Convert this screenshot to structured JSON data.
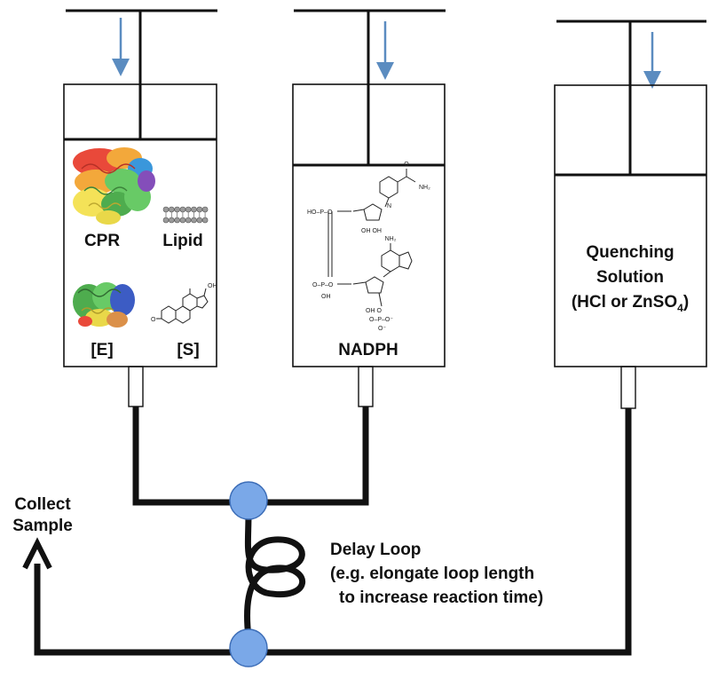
{
  "syringes": {
    "left": {
      "items": {
        "cpr": "CPR",
        "lipid": "Lipid",
        "enzyme": "[E]",
        "substrate": "[S]"
      }
    },
    "middle": {
      "label": "NADPH"
    },
    "right": {
      "label_line1": "Quenching",
      "label_line2": "Solution",
      "label_line3_prefix": "(HCl or ZnSO",
      "label_line3_sub": "4",
      "label_line3_suffix": ")"
    }
  },
  "delay_loop": {
    "title": "Delay Loop",
    "line1": "(e.g. elongate loop length",
    "line2": "to increase reaction time)"
  },
  "output": {
    "line1": "Collect",
    "line2": "Sample"
  },
  "colors": {
    "line": "#111111",
    "plunger_arrow": "#5b8cc0",
    "mixer_fill": "#7aa8e8",
    "mixer_stroke": "#3d6eb8",
    "protein_cpr": [
      "#e83a2a",
      "#f2a12b",
      "#f4e04a",
      "#5cc65a",
      "#2a8fd8",
      "#7a3fb5"
    ],
    "protein_e": [
      "#3fa640",
      "#e8d53a",
      "#2c4fbf",
      "#d8873a"
    ],
    "lipid_bead": "#9a9a9a"
  }
}
